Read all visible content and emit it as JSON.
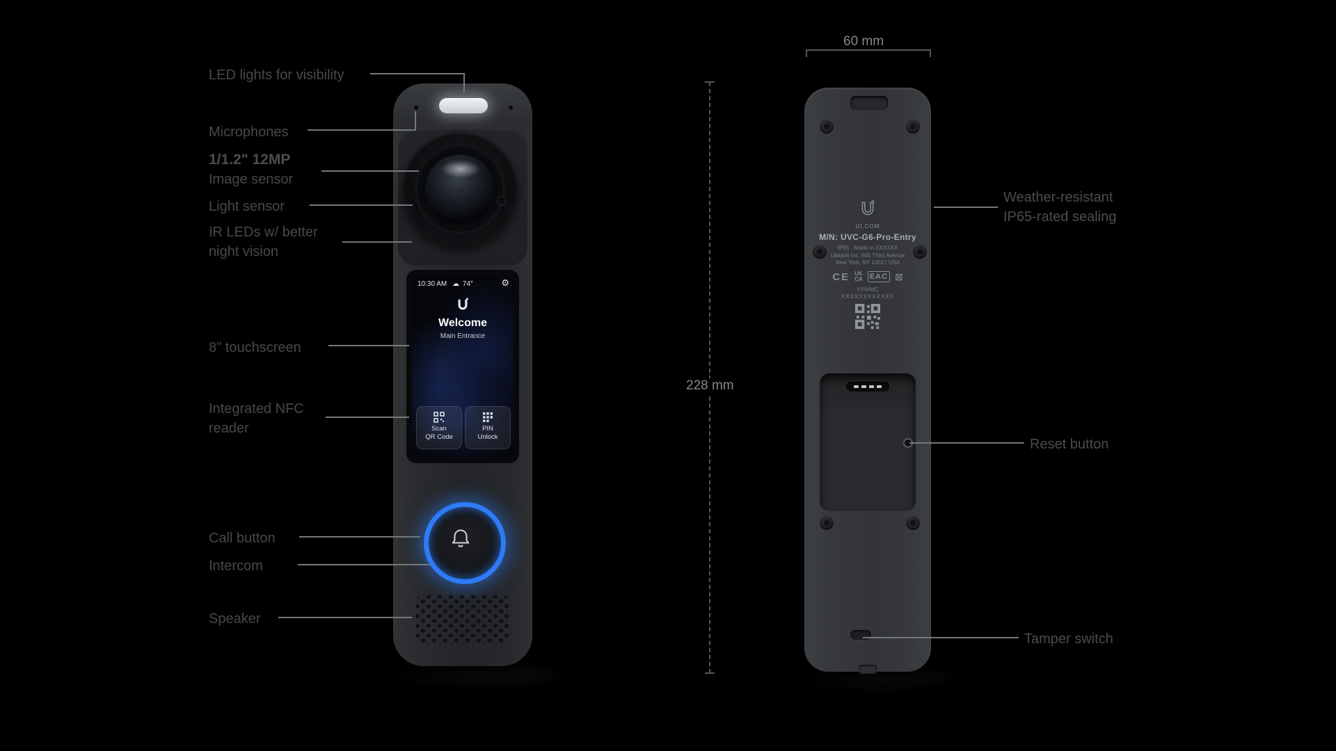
{
  "labels": {
    "led": "LED lights for visibility",
    "microphones": "Microphones",
    "sensor_spec": "1/1.2\" 12MP",
    "sensor_name": "Image sensor",
    "light_sensor": "Light sensor",
    "ir_line1": "IR LEDs w/ better",
    "ir_line2": "night vision",
    "touchscreen": "8\" touchscreen",
    "nfc_line1": "Integrated NFC",
    "nfc_line2": "reader",
    "call_button": "Call button",
    "intercom": "Intercom",
    "speaker": "Speaker",
    "weather_line1": "Weather-resistant",
    "weather_line2": "IP65-rated sealing",
    "reset_button": "Reset button",
    "tamper_switch": "Tamper switch"
  },
  "dimensions": {
    "width": "60 mm",
    "height": "228 mm"
  },
  "screen": {
    "time": "10:30 AM",
    "cloud_icon": "☁",
    "temperature": "74°",
    "gear_icon": "⚙",
    "greeting": "Welcome",
    "location": "Main Entrance",
    "button_qr_line1": "Scan",
    "button_qr_line2": "QR Code",
    "button_pin_line1": "PIN",
    "button_pin_line2": "Unlock"
  },
  "back_label": {
    "brand_url": "UI.COM",
    "model": "M/N: UVC-G6-Pro-Entry",
    "rating_origin": "IP65 · Made in XXXXXX",
    "address1": "Ubiquiti Inc. 685 Third Avenue",
    "address2": "New York, NY 10017 USA",
    "ce": "CE",
    "ukca_line1": "UK",
    "ukca_line2": "CA",
    "eac": "EAC",
    "weee_icon": "⊠",
    "date_code": "YYWWC",
    "serial": "XXXXXXXXXXXX"
  }
}
